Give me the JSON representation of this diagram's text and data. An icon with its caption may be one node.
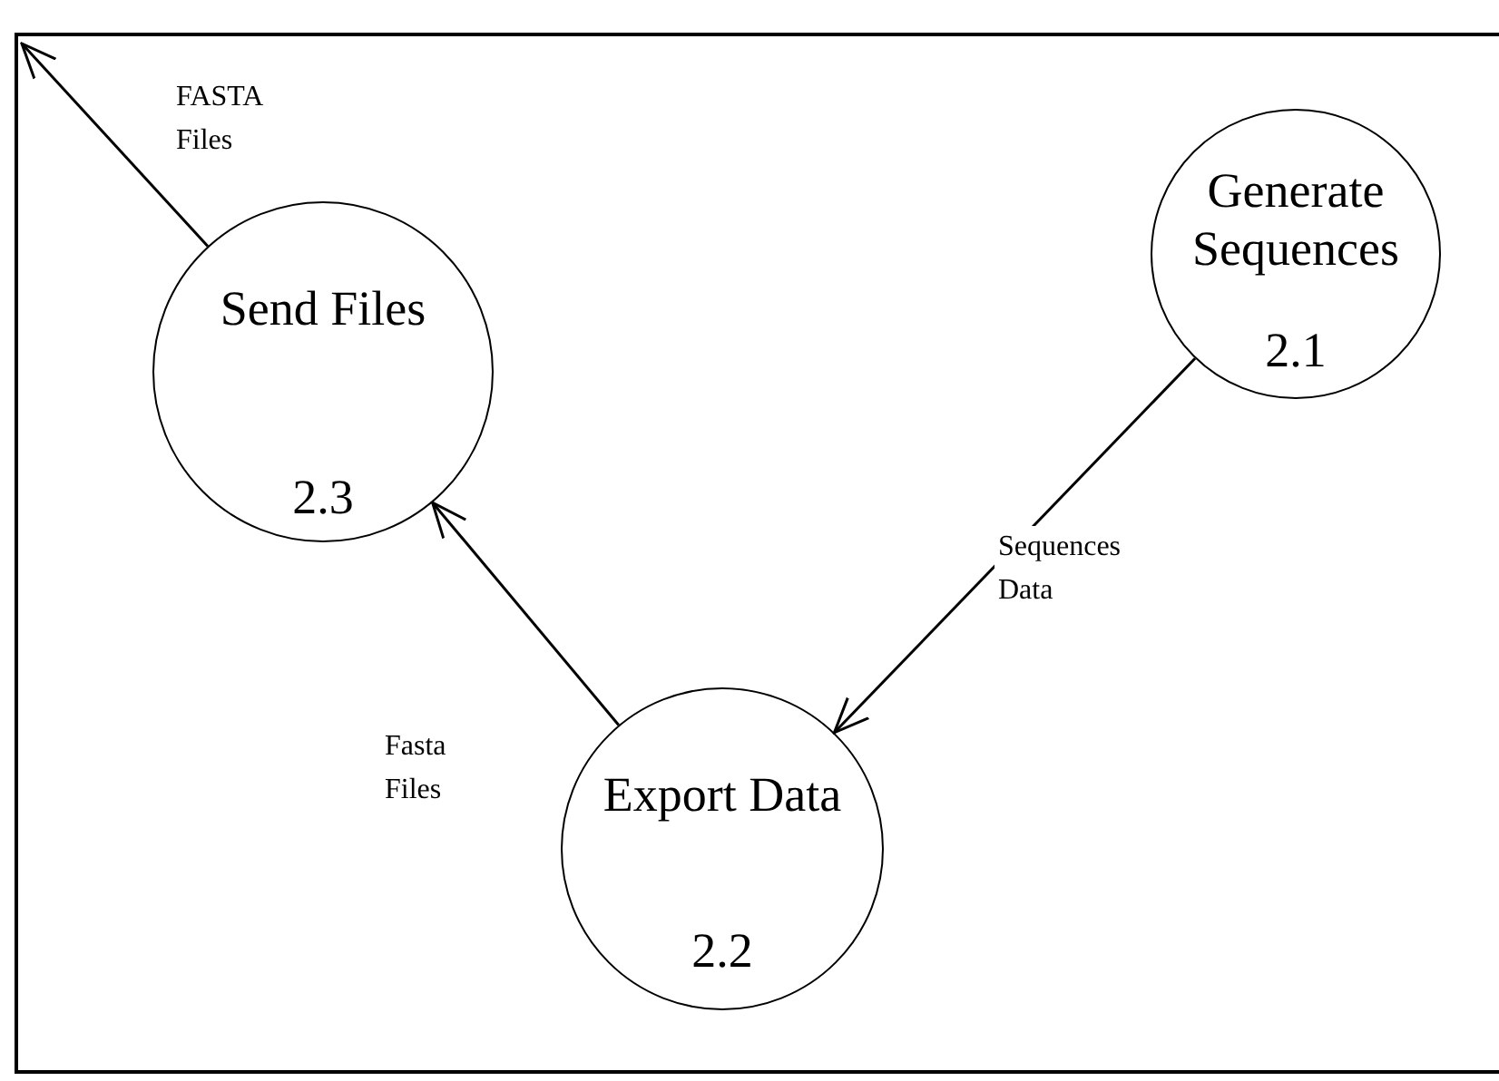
{
  "diagram": {
    "nodes": [
      {
        "text": [
          "Send Files",
          "2.3"
        ]
      },
      {
        "text": [
          "Generate Sequences",
          "2.1"
        ]
      },
      {
        "text": [
          "Export Data",
          "2.2"
        ]
      }
    ],
    "edges": [
      {
        "from": 1,
        "to": 2,
        "arrow": "to",
        "label": "Sequences Data"
      },
      {
        "from": 2,
        "to": 0,
        "arrow": "to",
        "label": "Fasta Files"
      },
      {
        "from": 0,
        "to": null,
        "arrow": "to",
        "label": "FASTA Files"
      }
    ]
  }
}
